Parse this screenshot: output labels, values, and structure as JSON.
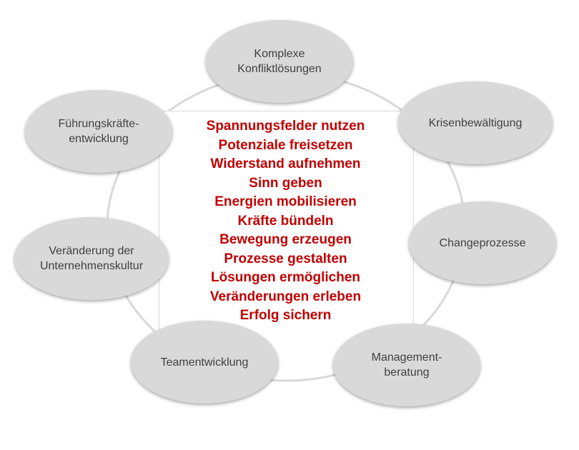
{
  "center": {
    "lines": [
      "Spannungsfelder nutzen",
      "Potenziale freisetzen",
      "Widerstand aufnehmen",
      "Sinn geben",
      "Energien mobilisieren",
      "Kräfte bündeln",
      "Bewegung erzeugen",
      "Prozesse gestalten",
      "Lösungen ermöglichen",
      "Veränderungen erleben",
      "Erfolg sichern"
    ]
  },
  "nodes": [
    {
      "id": "komplexe-konfliktloesungen",
      "label": "Komplexe\nKonfliktlösungen"
    },
    {
      "id": "krisenbewaeltigung",
      "label": "Krisenbewältigung"
    },
    {
      "id": "changeprozesse",
      "label": "Changeprozesse"
    },
    {
      "id": "managementberatung",
      "label": "Management-\nberatung"
    },
    {
      "id": "teamentwicklung",
      "label": "Teamentwicklung"
    },
    {
      "id": "veraenderung-unternehmenskultur",
      "label": "Veränderung der\nUnternehmenskultur"
    },
    {
      "id": "fuehrungskraefteentwicklung",
      "label": "Führungskräfte-\nentwicklung"
    }
  ],
  "colors": {
    "accent_text": "#c00000",
    "node_fill": "#d9d9d9",
    "node_text": "#404040",
    "ring": "#d9d9d9"
  }
}
